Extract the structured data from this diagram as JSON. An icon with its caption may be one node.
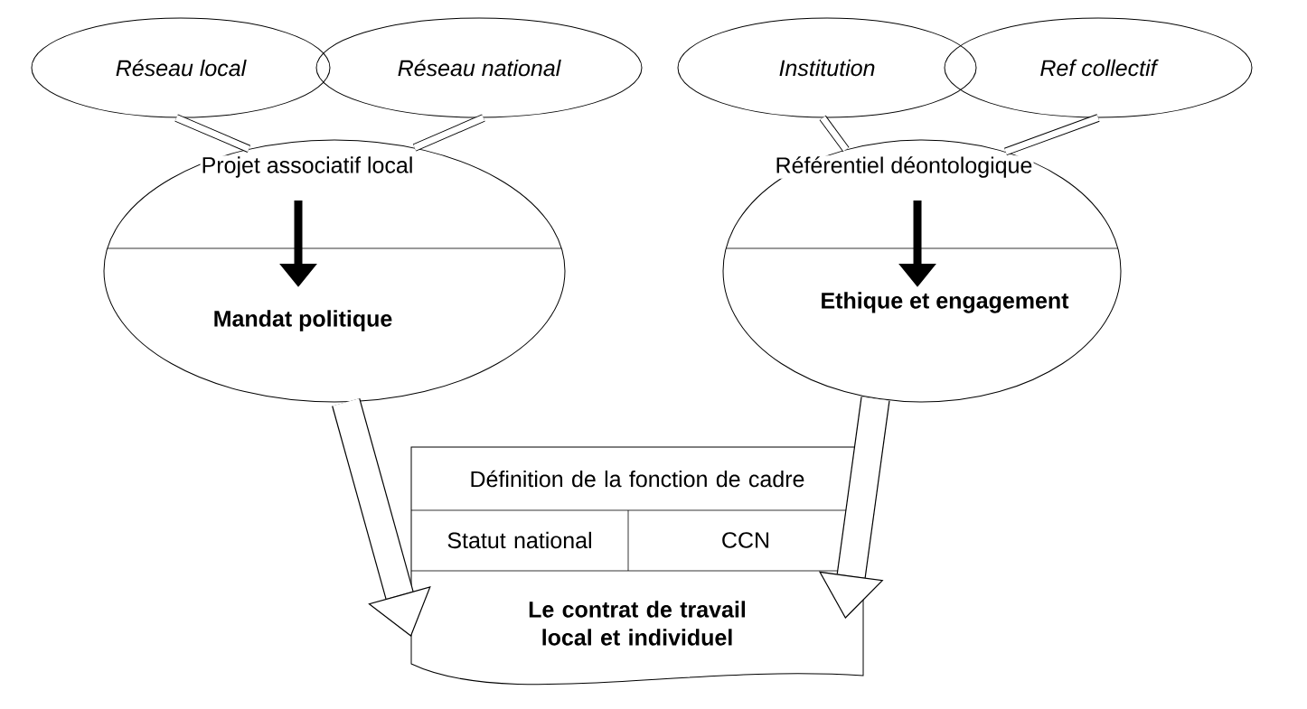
{
  "diagram": {
    "nodes": [
      {
        "text": [
          "Réseau local"
        ]
      },
      {
        "text": [
          "Réseau national"
        ]
      },
      {
        "text": [
          "Projet associatif local",
          "Mandat politique"
        ]
      },
      {
        "text": [
          "Institution"
        ]
      },
      {
        "text": [
          "Ref collectif"
        ]
      },
      {
        "text": [
          "Référentiel déontologique",
          "Ethique et engagement"
        ]
      },
      {
        "text": [
          "Définition de la fonction de cadre",
          "Statut national",
          "CCN",
          "Le contrat de travail local et individuel"
        ]
      }
    ],
    "edges": [
      {
        "from": 0,
        "to": 2,
        "arrow": "none"
      },
      {
        "from": 1,
        "to": 2,
        "arrow": "none"
      },
      {
        "from": 3,
        "to": 5,
        "arrow": "none"
      },
      {
        "from": 4,
        "to": 5,
        "arrow": "none"
      },
      {
        "from": 2,
        "to": 6,
        "arrow": "to",
        "style": "thick"
      },
      {
        "from": 5,
        "to": 6,
        "arrow": "to",
        "style": "thick"
      }
    ]
  }
}
